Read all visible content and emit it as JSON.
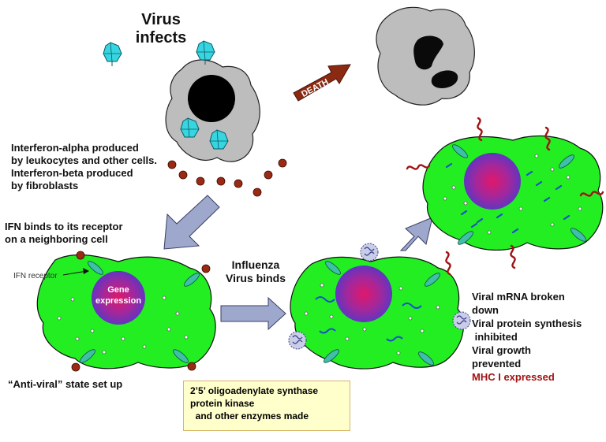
{
  "title": {
    "line1": "Virus",
    "line2": "infects"
  },
  "death_label": "DEATH",
  "interferon": {
    "line1": "Interferon-alpha produced",
    "line2": "by leukocytes and other cells.",
    "line3": "Interferon-beta produced",
    "line4": "by fibroblasts"
  },
  "ifn_binds": {
    "line1": "IFN binds to its receptor",
    "line2": "on a neighboring cell"
  },
  "ifn_receptor": "IFN receptor",
  "gene_expression": {
    "line1": "Gene",
    "line2": "expression"
  },
  "influenza": {
    "line1": "Influenza",
    "line2": "Virus binds"
  },
  "antiviral": "“Anti-viral” state set up",
  "enzymes_box": {
    "line1": "2’5’ oligoadenylate synthase",
    "line2": "protein kinase",
    "line3": "  and other enzymes made"
  },
  "effects": {
    "line1": "Viral mRNA broken",
    "line2": "down",
    "line3": "Viral protein synthesis",
    "line4": " inhibited",
    "line5": "Viral growth",
    "line6": "prevented",
    "line7": "MHC I expressed"
  },
  "colors": {
    "cell_green": "#22ee22",
    "infected_gray": "#bdbdbd",
    "interferon_dot": "#9b2a14",
    "arrow_blue": "#9ea8cc",
    "death_arrow": "#8b2a12",
    "mhc_red": "#a11212",
    "nucleus": "#c0166e",
    "virus_cyan": "#37d5e0"
  }
}
